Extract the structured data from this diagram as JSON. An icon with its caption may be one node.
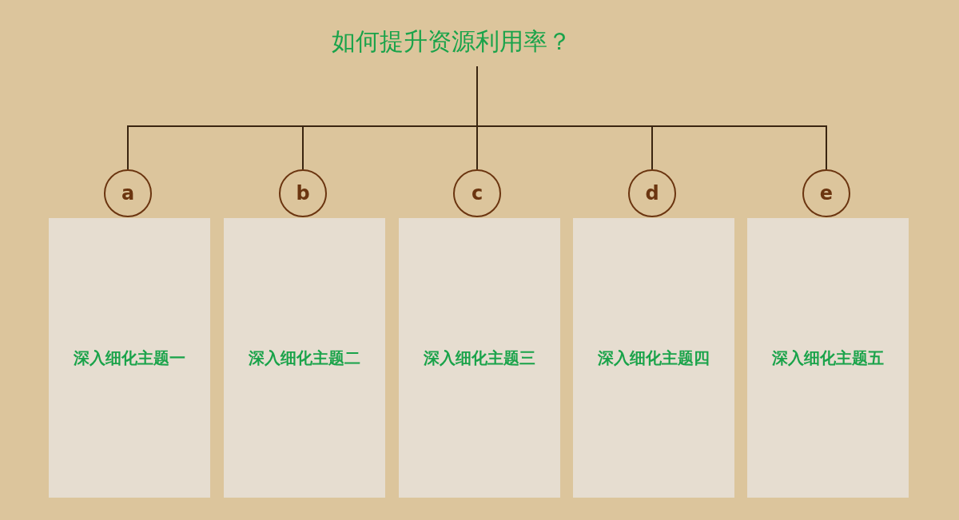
{
  "diagram": {
    "nodes": [
      {
        "text": [
          "如何提升资源利用率？"
        ]
      },
      {
        "text": [
          "a"
        ]
      },
      {
        "text": [
          "b"
        ]
      },
      {
        "text": [
          "c"
        ]
      },
      {
        "text": [
          "d"
        ]
      },
      {
        "text": [
          "e"
        ]
      },
      {
        "text": [
          "深入细化主题一"
        ]
      },
      {
        "text": [
          "深入细化主题二"
        ]
      },
      {
        "text": [
          "深入细化主题三"
        ]
      },
      {
        "text": [
          "深入细化主题四"
        ]
      },
      {
        "text": [
          "深入细化主题五"
        ]
      }
    ],
    "edges": [
      {
        "from": 0,
        "to": 1,
        "arrow": "none"
      },
      {
        "from": 0,
        "to": 2,
        "arrow": "none"
      },
      {
        "from": 0,
        "to": 3,
        "arrow": "none"
      },
      {
        "from": 0,
        "to": 4,
        "arrow": "none"
      },
      {
        "from": 0,
        "to": 5,
        "arrow": "none"
      }
    ]
  }
}
